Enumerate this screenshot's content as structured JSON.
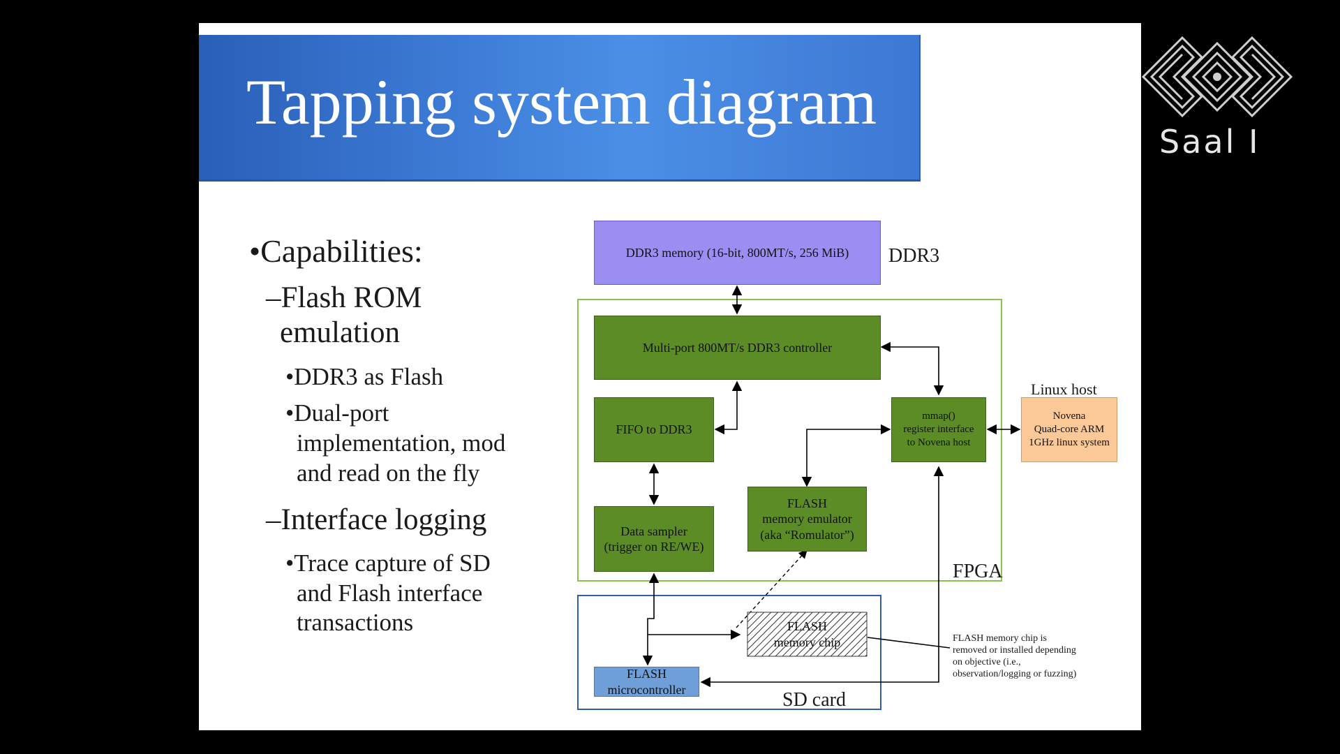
{
  "slide": {
    "title": "Tapping system diagram",
    "bullets": {
      "b1": "•Capabilities:",
      "b2a": "–Flash ROM",
      "b2b": "emulation",
      "b3": "•DDR3 as Flash",
      "b4a": "•Dual-port",
      "b4b": "implementation, mod",
      "b4c": "and read on the fly",
      "b5": "–Interface logging",
      "b6a": "•Trace capture of SD",
      "b6b": "and Flash interface",
      "b6c": "transactions"
    }
  },
  "diagram": {
    "ddr3_memory": "DDR3 memory (16-bit, 800MT/s, 256 MiB)",
    "ddr3_label": "DDR3",
    "controller": "Multi-port 800MT/s DDR3 controller",
    "fifo": "FIFO to DDR3",
    "mmap_1": "mmap()",
    "mmap_2": "register interface",
    "mmap_3": "to Novena host",
    "linux_host_label": "Linux host",
    "novena_1": "Novena",
    "novena_2": "Quad-core ARM",
    "novena_3": "1GHz linux system",
    "sampler_1": "Data sampler",
    "sampler_2": "(trigger on RE/WE)",
    "emulator_1": "FLASH",
    "emulator_2": "memory emulator",
    "emulator_3": "(aka “Romulator”)",
    "fpga_label": "FPGA",
    "flash_chip_1": "FLASH",
    "flash_chip_2": "memory chip",
    "microcontroller_1": "FLASH",
    "microcontroller_2": "microcontroller",
    "sd_card_label": "SD card",
    "note_1": "FLASH memory chip is",
    "note_2": "removed or installed depending",
    "note_3": "on objective (i.e.,",
    "note_4": "observation/logging or fuzzing)"
  },
  "overlay": {
    "room_label": "Saal I"
  },
  "colors": {
    "title_blue": "#3f7fd9",
    "ddr3_purple": "#9b8ef2",
    "fpga_green": "#5b8c26",
    "novena_orange": "#fbc898",
    "micro_blue": "#6f9fd8"
  }
}
